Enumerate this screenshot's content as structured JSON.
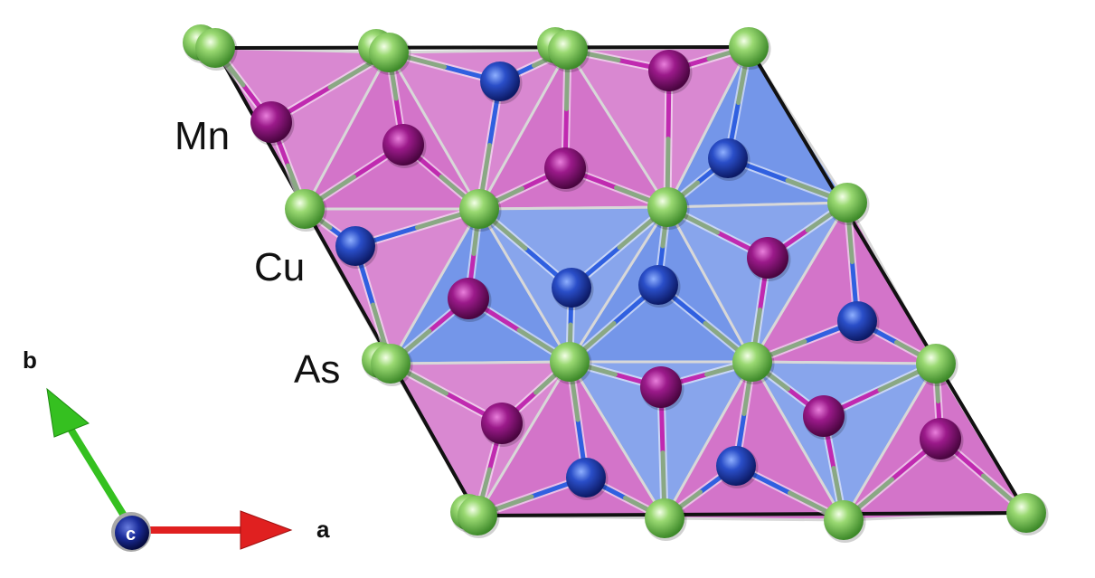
{
  "labels": {
    "mn": "Mn",
    "cu": "Cu",
    "as": "As"
  },
  "axes": {
    "a": "a",
    "b": "b",
    "c": "c"
  },
  "colors": {
    "as_atom": "#8fd46a",
    "mn_atom": "#9b1a8a",
    "cu_atom": "#2a4ec8",
    "mn_tetra": "#c23fb4",
    "cu_tetra": "#3f6de0",
    "cell_edge": "#111111",
    "axis_a": "#e02020",
    "axis_b": "#35c020",
    "axis_c": "#1a2c9a"
  }
}
